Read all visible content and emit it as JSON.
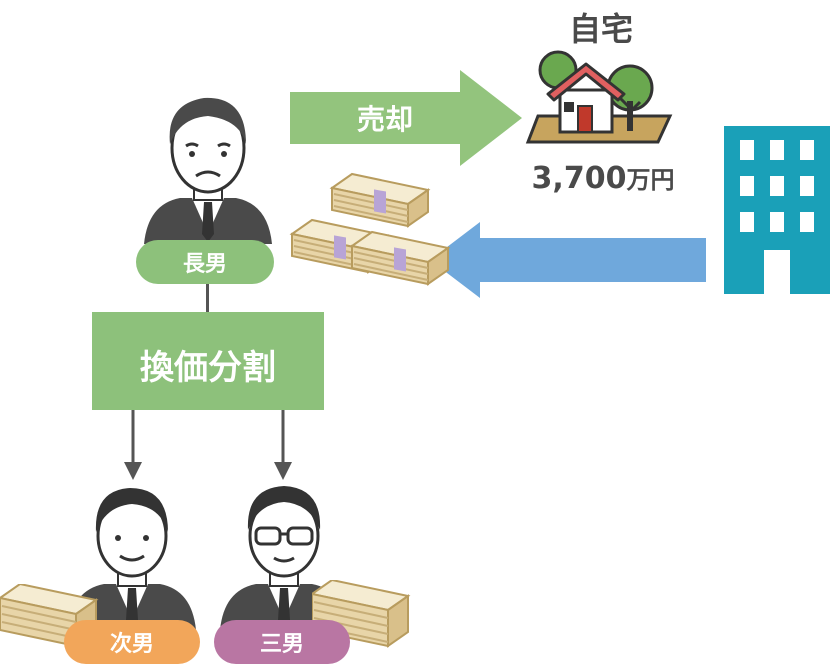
{
  "home": {
    "title": "自宅",
    "price_number": "3,700",
    "price_unit": "万円"
  },
  "sale_arrow": {
    "label": "売却"
  },
  "split_box": {
    "label": "換価分割"
  },
  "people": {
    "eldest": {
      "label": "長男"
    },
    "second": {
      "label": "次男"
    },
    "third": {
      "label": "三男"
    }
  },
  "colors": {
    "green": "#8dc17b",
    "green_arrow": "#93c47d",
    "blue_arrow": "#6fa8dc",
    "building": "#1aa0b8",
    "orange": "#f2a65a",
    "purple": "#b976a3",
    "suit": "#4a4a4a",
    "money": "#e8d5a8"
  },
  "icons": {
    "house": "house-icon",
    "building": "building-icon",
    "money": "money-stack-icon",
    "person": "businessman-icon"
  }
}
